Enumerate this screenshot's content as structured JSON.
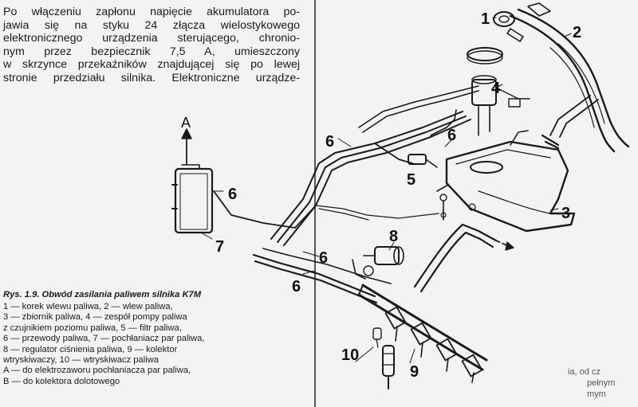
{
  "intro_lines": [
    "Po włączeniu zapłonu napięcie akumulatora po-",
    "jawia się na styku 24 złącza wielostykowego",
    "elektronicznego urządzenia sterującego, chronio-",
    "nym przez bezpiecznik 7,5 A, umieszczony",
    "w skrzynce przekaźników znajdującej się po lewej",
    "stronie przedziału silnika. Elektroniczne urządze-"
  ],
  "caption": {
    "title": "Rys. 1.9. Obwód zasilania paliwem silnika K7M",
    "lines": [
      "1 — korek wlewu paliwa, 2 — wlew paliwa,",
      "3 — zbiornik paliwa, 4 — zespół pompy paliwa",
      "z czujnikiem poziomu paliwa, 5 — filtr paliwa,",
      "6 — przewody paliwa, 7 — pochłaniacz par paliwa,",
      "8 — regulator ciśnienia paliwa, 9 — kolektor",
      "wtryskiwaczy, 10 — wtryskiwacz paliwa",
      "A — do elektrozaworu pochłaniacza par paliwa,",
      "B — do kolektora dolotowego"
    ]
  },
  "callouts": {
    "c1": "1",
    "c2": "2",
    "c3": "3",
    "c4": "4",
    "c5": "5",
    "c6a": "6",
    "c6b": "6",
    "c6c": "6",
    "c6d": "6",
    "c6e": "6",
    "c7": "7",
    "c8": "8",
    "c9": "9",
    "c10": "10",
    "cA": "A"
  },
  "bleed_text": {
    "line1": "ia, od cz",
    "line2": "pełnym",
    "line3": "mym"
  },
  "colors": {
    "ink": "#1a1a1a",
    "paper": "#f3f3f1"
  }
}
